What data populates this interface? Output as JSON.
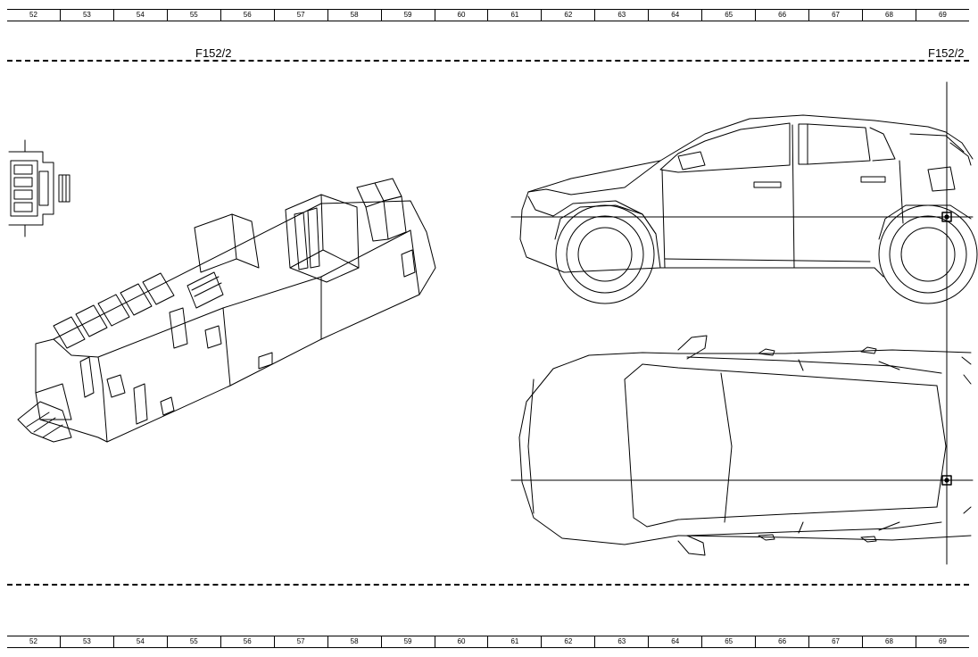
{
  "ruler": {
    "columns": [
      "52",
      "53",
      "54",
      "55",
      "56",
      "57",
      "58",
      "59",
      "60",
      "61",
      "62",
      "63",
      "64",
      "65",
      "66",
      "67",
      "68",
      "69"
    ]
  },
  "labels": {
    "component_left": "F152/2",
    "component_right": "F152/2"
  }
}
